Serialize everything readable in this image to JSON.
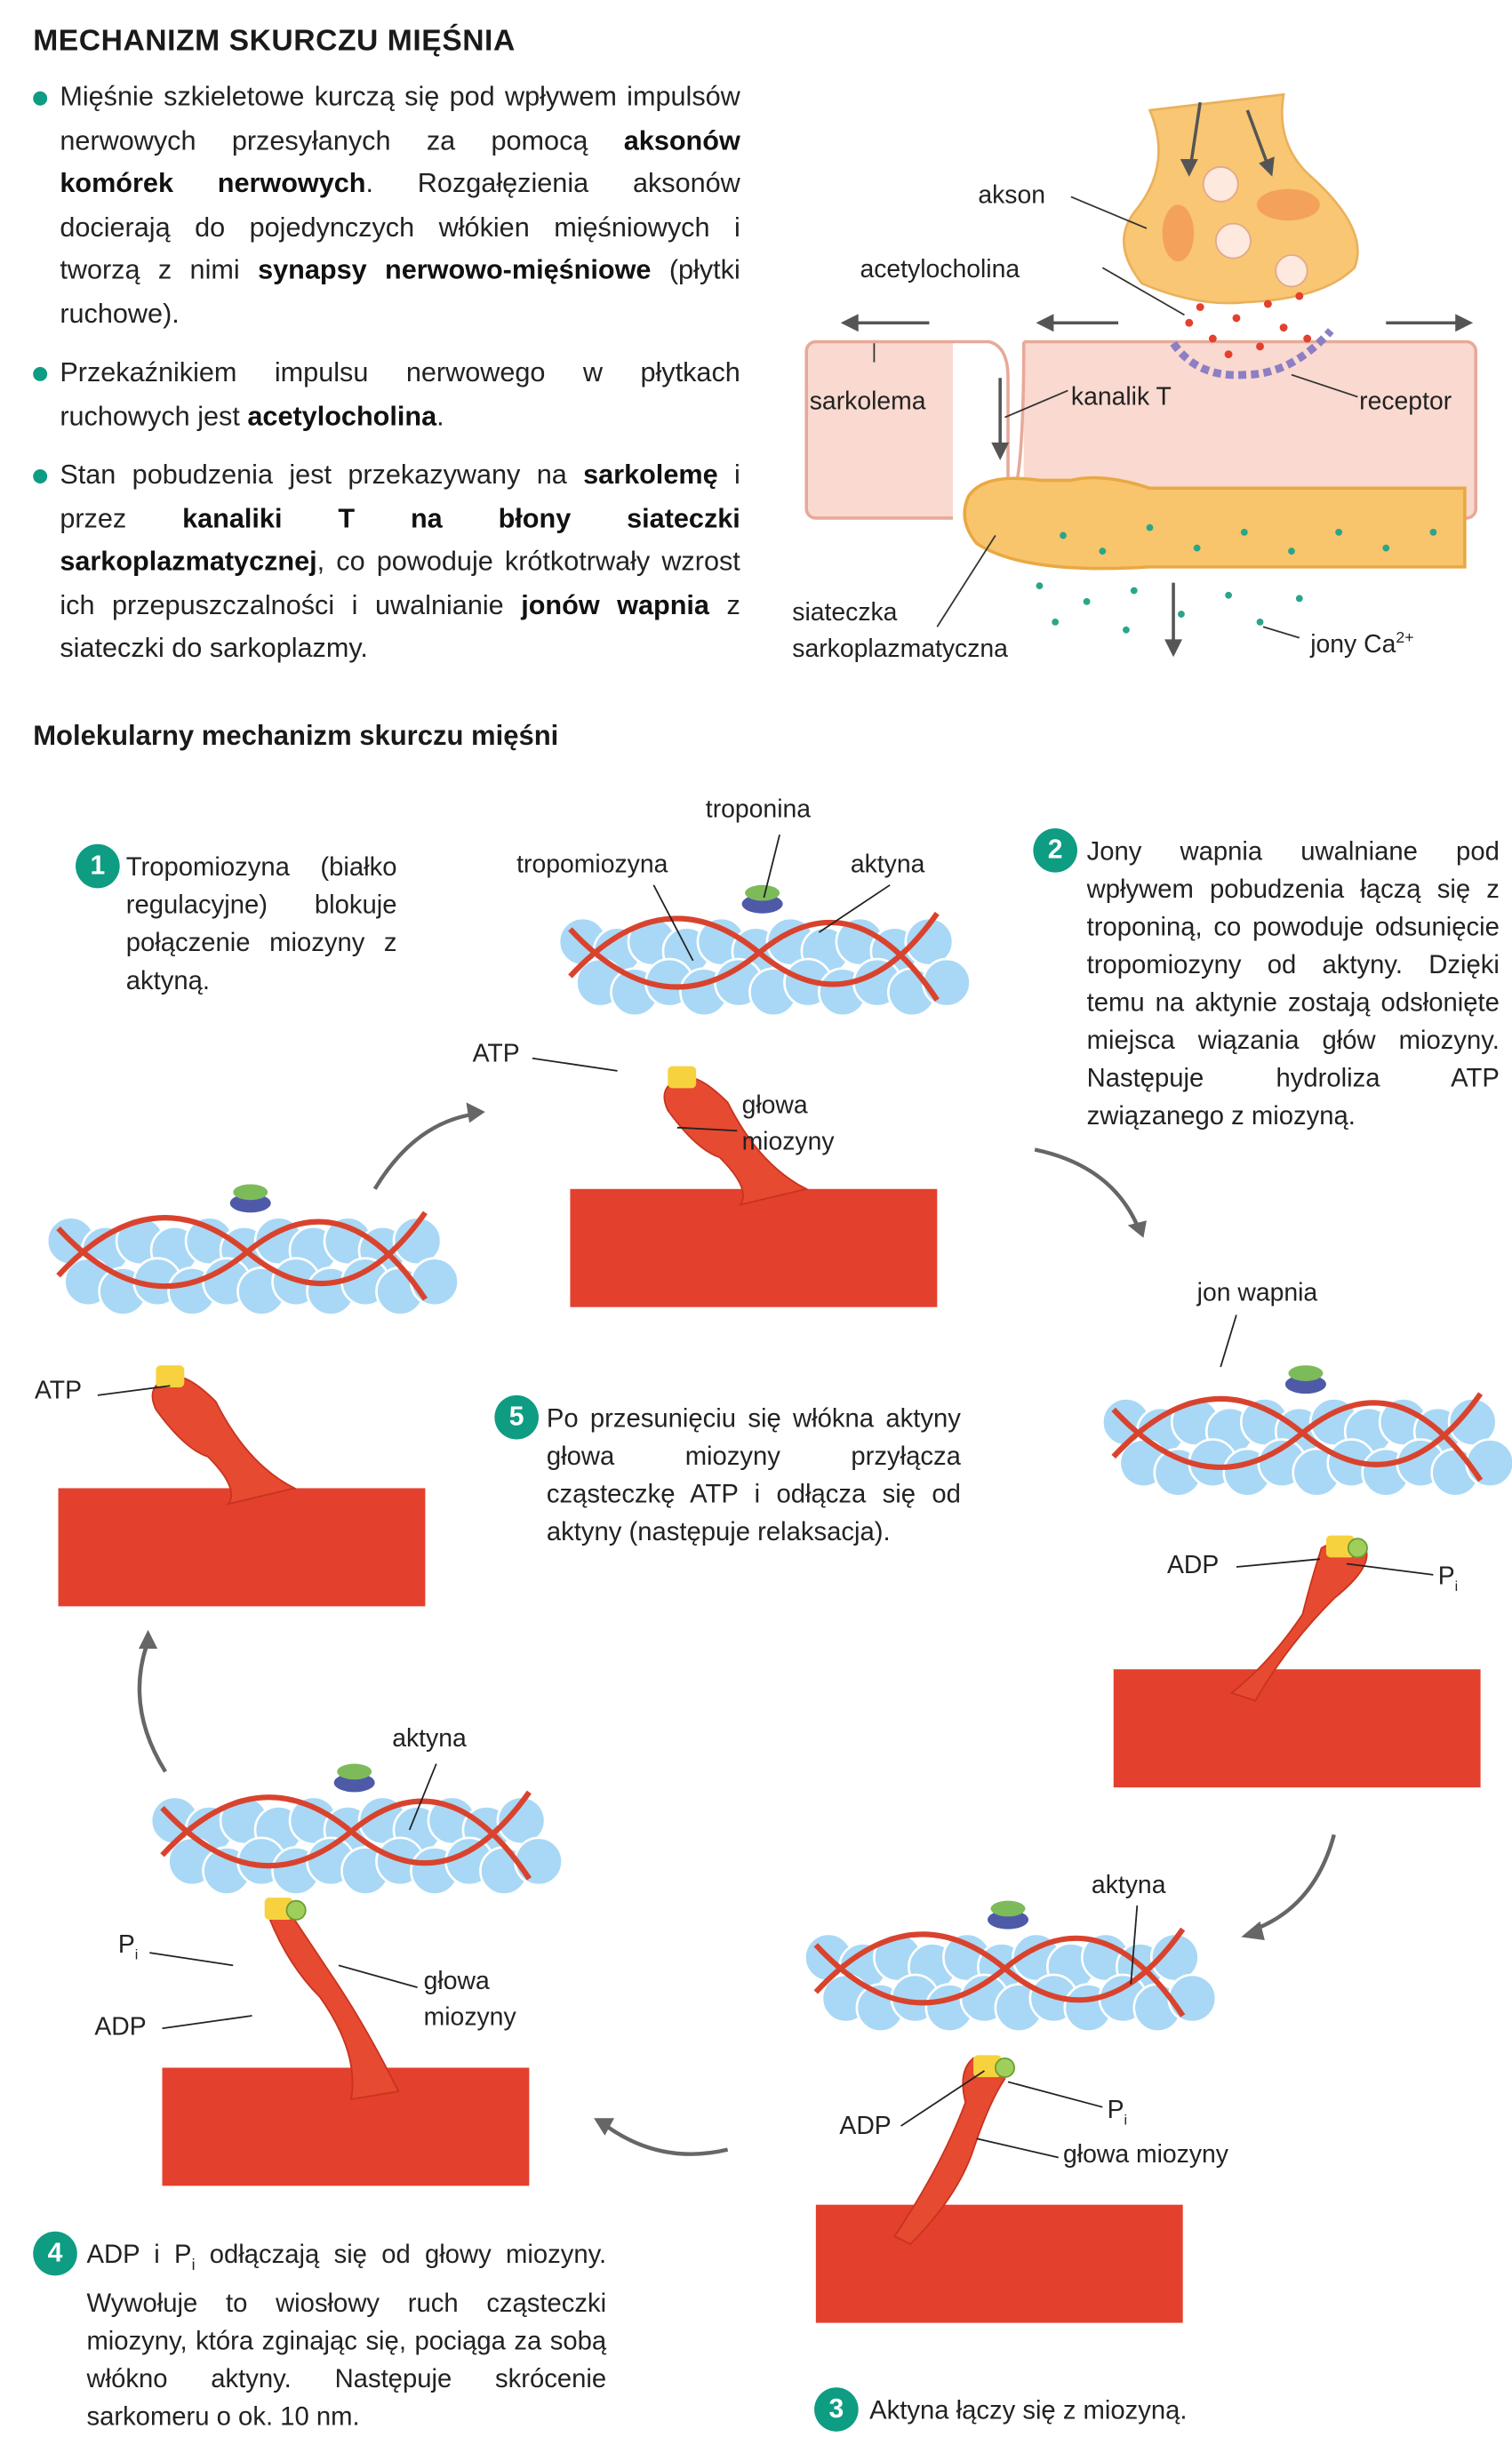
{
  "title": "MECHANIZM SKURCZU MIĘŚNIA",
  "bullets": [
    [
      {
        "t": "Mięśnie szkieletowe kurczą się pod wpływem impulsów nerwowych przesyłanych za pomocą "
      },
      {
        "t": "aksonów komórek nerwowych",
        "b": true
      },
      {
        "t": ". Rozgałęzienia aksonów docierają do pojedynczych włókien mięśniowych i tworzą z nimi "
      },
      {
        "t": "synapsy nerwo­wo-mięśniowe",
        "b": true
      },
      {
        "t": " (płytki ruchowe)."
      }
    ],
    [
      {
        "t": "Przekaźnikiem impulsu nerwowego w płytkach ruchowych jest "
      },
      {
        "t": "acetylocholina",
        "b": true
      },
      {
        "t": "."
      }
    ],
    [
      {
        "t": "Stan pobudzenia jest przekazywany na "
      },
      {
        "t": "sar­kolemę",
        "b": true
      },
      {
        "t": " i przez "
      },
      {
        "t": "kanaliki T na błony siateczki sarkoplazmatycznej",
        "b": true
      },
      {
        "t": ", co powoduje krótkotrwa­ły wzrost ich przepuszczalności i uwalnianie "
      },
      {
        "t": "jonów wapnia",
        "b": true
      },
      {
        "t": " z siateczki do sarkoplazmy."
      }
    ]
  ],
  "synapse": {
    "akson": "akson",
    "acetylocholina": "acetylocholina",
    "sarkolema": "sarkolema",
    "kanalik": "kanalik T",
    "receptor": "receptor",
    "siateczka1": "siateczka",
    "siateczka2": "sarkoplazmatyczna",
    "jony": "jony Ca",
    "jony_sup": "2+"
  },
  "subtitle": "Molekularny mechanizm skurczu mięśni",
  "steps": {
    "s1": {
      "num": "1",
      "text": "Tropomiozyna (biał­ko regulacyjne) blo­kuje połączenie mio­zyny z aktyną."
    },
    "s2": {
      "num": "2",
      "text": "Jony wapnia uwalniane pod wpływem pobudzenia łączą się z troponiną, co powoduje odsu­nięcie tropomiozyny od aktyny. Dzięki temu na aktynie zostają odsłonięte miejsca wiązania głów miozyny. Następuje hydro­liza ATP związanego z miozyną."
    },
    "s3": {
      "num": "3",
      "text": "Aktyna łączy się z miozyną."
    },
    "s4": {
      "num": "4",
      "pre": "ADP i P",
      "sub": "i",
      "text": " odłączają się od głowy miozyny. Wywołuje to wiosłowy ruch cząsteczki miozyny, która zginając się, pociąga za sobą włókno aktyny. Następuje skróce­nie sarkomeru o ok. 10 nm."
    },
    "s5": {
      "num": "5",
      "text": "Po przesunięciu się włókna ak­tyny głowa miozyny przyłącza cząsteczkę ATP i odłącza się od aktyny (następuje relaksacja)."
    }
  },
  "labels": {
    "troponina": "troponina",
    "tropomiozyna": "tropomiozyna",
    "aktyna": "aktyna",
    "atp": "ATP",
    "glowa": "głowa",
    "miozyny": "miozyny",
    "glowa_miozyny": "głowa miozyny",
    "jon_wapnia": "jon wapnia",
    "adp": "ADP",
    "p": "P",
    "p_sub": "i"
  },
  "colors": {
    "accent": "#0e9c83",
    "actin": "#a8d8f5",
    "myosin": "#e3402e",
    "axon": "#f8c46c",
    "sarcolemma": "#f9d9d0"
  }
}
